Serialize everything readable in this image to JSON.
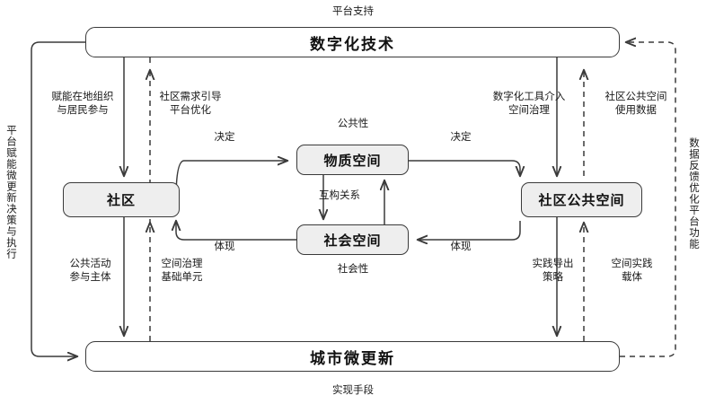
{
  "diagram": {
    "title_nodes": {
      "digital_tech": "数字化技术",
      "urban_micro_renewal": "城市微更新",
      "community": "社区",
      "material_space": "物质空间",
      "social_space": "社会空间",
      "community_public_space": "社区公共空间"
    },
    "captions": {
      "top": "平台支持",
      "bottom": "实现手段",
      "publicness": "公共性",
      "sociality": "社会性"
    },
    "edge_labels": {
      "enable_local_org": "赋能在地组织\n与居民参与",
      "community_demand": "社区需求引导\n平台优化",
      "digital_tool_governance": "数字化工具介入\n空间治理",
      "public_space_usage_data": "社区公共空间\n使用数据",
      "public_activity_subject": "公共活动\n参与主体",
      "space_governance_unit": "空间治理\n基础单元",
      "practice_strategy": "实践导出\n策略",
      "space_practice_carrier": "空间实践\n载体",
      "decide_left": "决定",
      "decide_right": "决定",
      "embody_left": "体现",
      "embody_right": "体现",
      "mutual_construction": "互构关系"
    },
    "side_labels": {
      "left": "平台赋能微更新决策与执行",
      "right": "数据反馈优化平台功能"
    },
    "colors": {
      "stroke": "#3a3a3a",
      "node_fill": "#eeeeee",
      "big_node_fill": "#ffffff",
      "text": "#111111",
      "background": "#ffffff"
    }
  }
}
